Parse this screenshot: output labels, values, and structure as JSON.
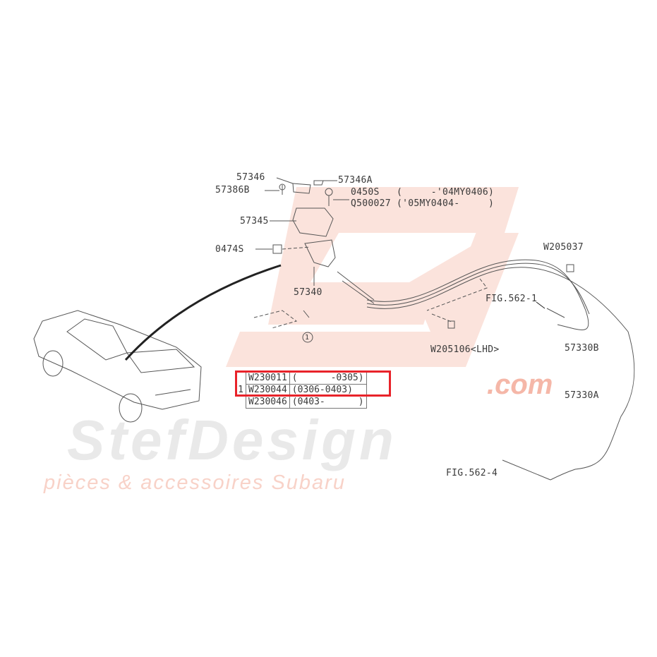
{
  "watermark": {
    "brand": "StefDesign",
    "domain": ".com",
    "tagline": "pièces & accessoires Subaru",
    "logo_color": "#f4a58f"
  },
  "labels": {
    "p57346": "57346",
    "p57346A": "57346A",
    "p57386B": "57386B",
    "p0450S": "0450S   (     -'04MY0406)",
    "pQ500027": "Q500027 ('05MY0404-     )",
    "p57345": "57345",
    "p0474S": "0474S",
    "p57340": "57340",
    "pW205037": "W205037",
    "fig1": "FIG.562-1",
    "pW205106": "W205106<LHD>",
    "p57330B": "57330B",
    "p57330A": "57330A",
    "fig4": "FIG.562-4",
    "ref1": "1"
  },
  "table": {
    "marker": "1",
    "rows": [
      {
        "part": "W230011",
        "range": "(      -0305)"
      },
      {
        "part": "W230044",
        "range": "(0306-0403)"
      },
      {
        "part": "W230046",
        "range": "(0403-      )"
      }
    ],
    "highlight_color": "#e8232a"
  }
}
